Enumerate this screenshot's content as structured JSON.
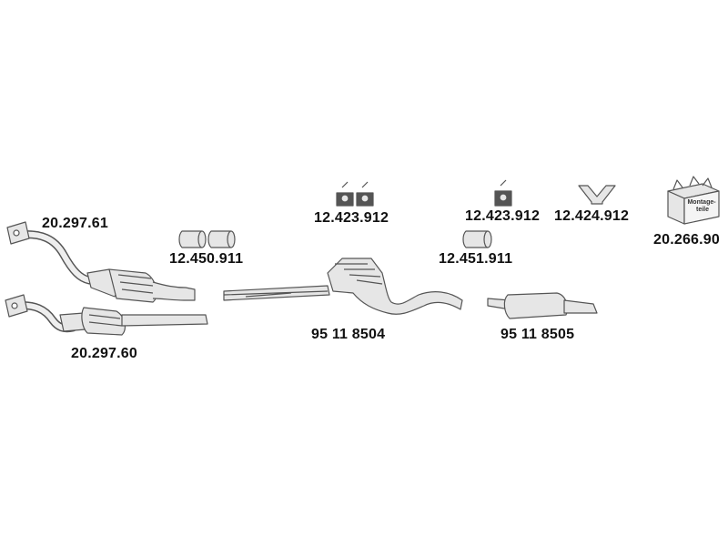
{
  "colors": {
    "part_fill": "#e6e6e6",
    "part_stroke": "#555555",
    "label": "#111111",
    "background": "#ffffff"
  },
  "parts": {
    "downpipe_cat_upper": {
      "number": "20.297.61",
      "icon": "catalytic-converter-pipe-icon"
    },
    "downpipe_cat_lower": {
      "number": "20.297.60",
      "icon": "catalytic-converter-pipe-icon"
    },
    "clamp_front": {
      "number": "12.450.911",
      "icon": "pipe-clamp-pair-icon"
    },
    "hanger_pair": {
      "number": "12.423.912",
      "icon": "rubber-hanger-pair-icon"
    },
    "center_silencer": {
      "number": "95 11 8504",
      "icon": "center-silencer-pipe-icon"
    },
    "clamp_rear": {
      "number": "12.451.911",
      "icon": "pipe-clamp-icon"
    },
    "hanger_single": {
      "number": "12.423.912",
      "icon": "rubber-hanger-icon"
    },
    "y_bracket": {
      "number": "12.424.912",
      "icon": "y-bracket-icon"
    },
    "rear_silencer": {
      "number": "95 11 8505",
      "icon": "rear-silencer-icon"
    },
    "mounting_kit": {
      "number": "20.266.90",
      "icon": "mounting-kit-box-icon",
      "box_text": "Montage-\nteile"
    }
  }
}
